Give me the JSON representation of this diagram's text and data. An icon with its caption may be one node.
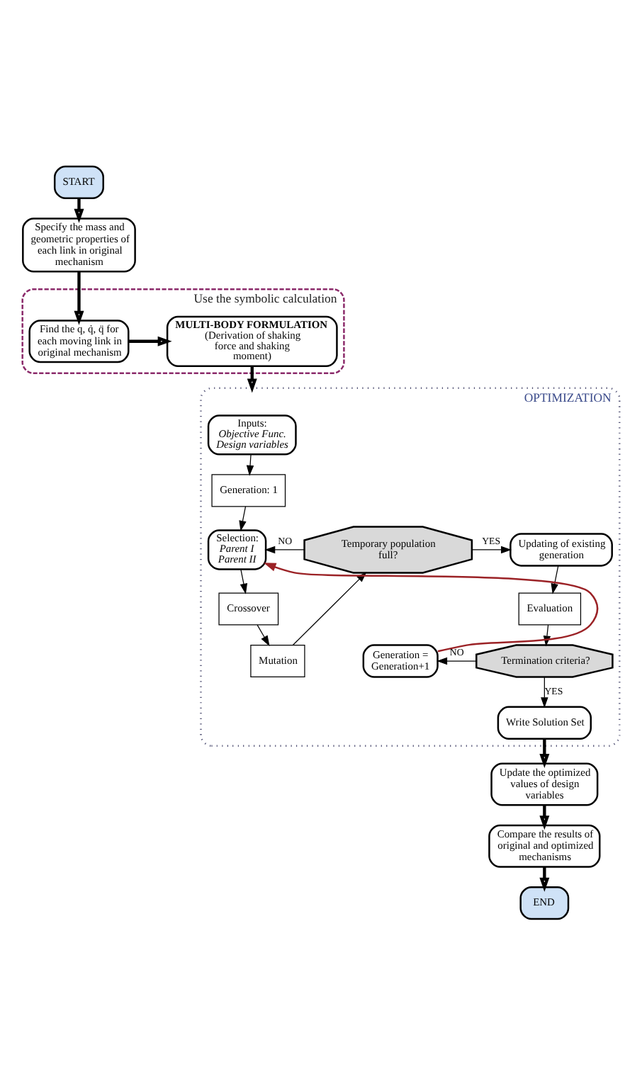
{
  "diagram": {
    "nodes": [
      {
        "text": [
          "START"
        ]
      },
      {
        "text": [
          "Specify the mass and geometric properties of each link in original mechanism"
        ]
      },
      {
        "text": [
          "Use the symbolic calculation"
        ]
      },
      {
        "text": [
          "Find the q, q̇, q̈ for each moving link in original mechanism"
        ],
        "in": 2
      },
      {
        "text": [
          "MULTI-BODY FORMULATION",
          "(Derivation of shaking force and shaking moment)"
        ],
        "in": 2
      },
      {
        "text": [
          "OPTIMIZATION"
        ]
      },
      {
        "text": [
          "Inputs:",
          "Objective Func.",
          "Design variables"
        ],
        "in": 5
      },
      {
        "text": [
          "Generation: 1"
        ],
        "in": 5
      },
      {
        "text": [
          "Selection:",
          "Parent I",
          "Parent II"
        ],
        "in": 5
      },
      {
        "text": [
          "Temporary population full?"
        ],
        "in": 5
      },
      {
        "text": [
          "Updating of existing generation"
        ],
        "in": 5
      },
      {
        "text": [
          "Crossover"
        ],
        "in": 5
      },
      {
        "text": [
          "Mutation"
        ],
        "in": 5
      },
      {
        "text": [
          "Evaluation"
        ],
        "in": 5
      },
      {
        "text": [
          "Generation = Generation+1"
        ],
        "in": 5
      },
      {
        "text": [
          "Termination criteria?"
        ],
        "in": 5
      },
      {
        "text": [
          "Write Solution Set"
        ],
        "in": 5
      },
      {
        "text": [
          "Update the optimized values of design variables"
        ]
      },
      {
        "text": [
          "Compare the results of original and optimized mechanisms"
        ]
      },
      {
        "text": [
          "END"
        ]
      }
    ],
    "edges": [
      {
        "from": 0,
        "to": 1,
        "arrow": "to",
        "style": "thick"
      },
      {
        "from": 1,
        "to": 3,
        "arrow": "to",
        "style": "thick"
      },
      {
        "from": 3,
        "to": 4,
        "arrow": "to",
        "style": "thick"
      },
      {
        "from": 4,
        "to": 5,
        "arrow": "to",
        "style": "thick"
      },
      {
        "from": 6,
        "to": 7,
        "arrow": "to"
      },
      {
        "from": 7,
        "to": 8,
        "arrow": "to"
      },
      {
        "from": 14,
        "to": 8,
        "arrow": "to",
        "color": "#9b2226"
      },
      {
        "from": 9,
        "to": 8,
        "arrow": "to",
        "label": "NO"
      },
      {
        "from": 9,
        "to": 10,
        "arrow": "to",
        "label": "YES"
      },
      {
        "from": 8,
        "to": 11,
        "arrow": "to"
      },
      {
        "from": 11,
        "to": 12,
        "arrow": "to"
      },
      {
        "from": 12,
        "to": 9,
        "arrow": "to"
      },
      {
        "from": 10,
        "to": 13,
        "arrow": "to"
      },
      {
        "from": 13,
        "to": 15,
        "arrow": "to"
      },
      {
        "from": 15,
        "to": 14,
        "arrow": "to",
        "label": "NO"
      },
      {
        "from": 15,
        "to": 16,
        "arrow": "to",
        "label": "YES"
      },
      {
        "from": 16,
        "to": 17,
        "arrow": "to",
        "style": "thick"
      },
      {
        "from": 17,
        "to": 18,
        "arrow": "to",
        "style": "thick"
      },
      {
        "from": 18,
        "to": 19,
        "arrow": "to",
        "style": "thick"
      }
    ]
  }
}
